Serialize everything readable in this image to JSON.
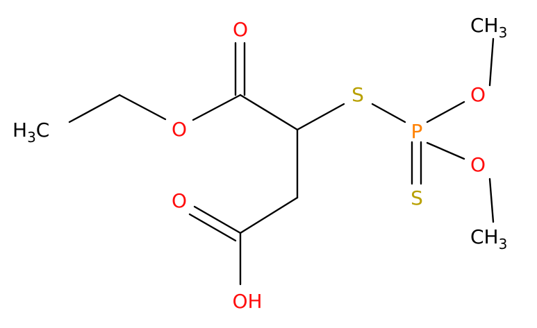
{
  "colors": {
    "carbon": "#000000",
    "oxygen": "#ff0d0d",
    "sulfur": "#b8a000",
    "phosphorus": "#ff8000",
    "bond": "#000000",
    "background": "#ffffff"
  },
  "labels": {
    "ethyl_methyl": "H3C",
    "ethyl_methyl_prefix": "H",
    "ethyl_methyl_sub": "3",
    "ethyl_methyl_suffix": "C",
    "ester_oxygen": "O",
    "carbonyl_oxygen_top": "O",
    "thioether_sulfur": "S",
    "phosphorus": "P",
    "thiono_sulfur": "S",
    "methoxy_oxygen_top": "O",
    "methoxy_oxygen_bottom": "O",
    "methyl_top": "CH3",
    "methyl_top_main": "CH",
    "methyl_top_sub": "3",
    "methyl_bottom": "CH3",
    "methyl_bottom_main": "CH",
    "methyl_bottom_sub": "3",
    "acid_carbonyl_oxygen": "O",
    "hydroxyl": "OH"
  }
}
